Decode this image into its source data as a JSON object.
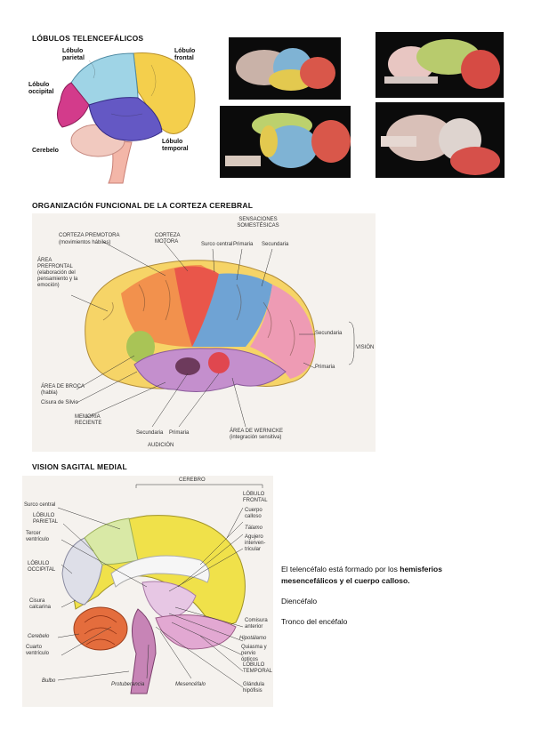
{
  "sections": {
    "lobulos_title": "LÓBULOS TELENCEFÁLICOS",
    "organizacion_title": "ORGANIZACIÓN FUNCIONAL DE LA CORTEZA CEREBRAL",
    "sagital_title": "VISION SAGITAL MEDIAL"
  },
  "fig1": {
    "parietal": "Lóbulo parietal",
    "frontal": "Lóbulo frontal",
    "occipital": "Lóbulo occipital",
    "temporal": "Lóbulo temporal",
    "cerebelo": "Cerebelo"
  },
  "fig2": {
    "premotora": "CORTEZA PREMOTORA",
    "premotora_sub": "(movimientos hábiles)",
    "motora": "CORTEZA MOTORA",
    "surco_central": "Surco central",
    "sensaciones": "SENSACIONES SOMESTÉSICAS",
    "primaria": "Primaria",
    "secundaria": "Secundaria",
    "prefrontal": "ÁREA PREFRONTAL",
    "prefrontal_sub": "(elaboración del pensamiento y la emoción)",
    "vision": "VISIÓN",
    "vis_secundaria": "Secundaria",
    "vis_primaria": "Primaria",
    "broca": "ÁREA DE BROCA",
    "broca_sub": "(habla)",
    "cisura_silvio": "Cisura de Silvio",
    "memoria": "MEMORIA RECIENTE",
    "aud_secundaria": "Secundaria",
    "aud_primaria": "Primaria",
    "audicion": "AUDICIÓN",
    "wernicke": "ÁREA DE WERNICKE",
    "wernicke_sub": "(integración sensitiva)"
  },
  "fig3": {
    "cerebro": "CEREBRO",
    "surco_central": "Surco central",
    "parietal": "LÓBULO PARIETAL",
    "tercer_ventriculo": "Tercer ventrículo",
    "occipital": "LÓBULO OCCIPITAL",
    "cisura_calcarina": "Cisura calcarina",
    "cerebelo": "Cerebelo",
    "cuarto_ventriculo": "Cuarto ventrículo",
    "bulbo": "Bulbo",
    "protuberancia": "Protuberancia",
    "mesencefalo": "Mesencéfalo",
    "frontal": "LÓBULO FRONTAL",
    "cuerpo_calloso": "Cuerpo calloso",
    "talamo": "Tálamo",
    "agujero": "Agujero interven-tricular",
    "comisura": "Comisura anterior",
    "hipotalamo": "Hipotálamo",
    "quiasma": "Quiasma y nervio ópticos",
    "temporal": "LÓBULO TEMPORAL",
    "hipofisis": "Glándula hipófisis"
  },
  "text": {
    "p1_a": "El telencéfalo está formado por los ",
    "p1_b": "hemisferios mesencefálicos y el cuerpo calloso.",
    "p2": "Diencéfalo",
    "p3": "Tronco del encéfalo"
  },
  "colors": {
    "frontal": "#f2c84b",
    "parietal": "#8fd0e0",
    "occipital": "#d9418a",
    "temporal": "#6a5cc8",
    "cerebelo": "#e8b8b0"
  }
}
